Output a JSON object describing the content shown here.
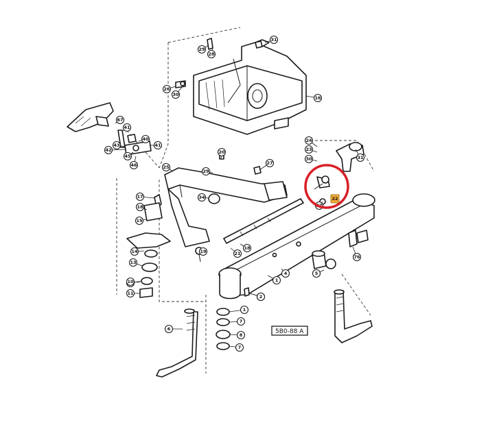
{
  "diagram": {
    "reference_code": "5B0-88 A",
    "highlight": {
      "label": "22",
      "ring_color": "#d81f26",
      "tag_color": "#f2a93b"
    },
    "callouts": [
      {
        "label": "31"
      },
      {
        "label": "29"
      },
      {
        "label": "28"
      },
      {
        "label": "26"
      },
      {
        "label": "30"
      },
      {
        "label": "16"
      },
      {
        "label": "67"
      },
      {
        "label": "41"
      },
      {
        "label": "43"
      },
      {
        "label": "42"
      },
      {
        "label": "40"
      },
      {
        "label": "41"
      },
      {
        "label": "45"
      },
      {
        "label": "46"
      },
      {
        "label": "24"
      },
      {
        "label": "23"
      },
      {
        "label": "20"
      },
      {
        "label": "30"
      },
      {
        "label": "29"
      },
      {
        "label": "27"
      },
      {
        "label": "25"
      },
      {
        "label": "34"
      },
      {
        "label": "17"
      },
      {
        "label": "18"
      },
      {
        "label": "15"
      },
      {
        "label": "14"
      },
      {
        "label": "13"
      },
      {
        "label": "12"
      },
      {
        "label": "11"
      },
      {
        "label": "10"
      },
      {
        "label": "19"
      },
      {
        "label": "21"
      },
      {
        "label": "18"
      },
      {
        "label": "1"
      },
      {
        "label": "4"
      },
      {
        "label": "5"
      },
      {
        "label": "3"
      },
      {
        "label": "76"
      },
      {
        "label": "2"
      },
      {
        "label": "1"
      },
      {
        "label": "7"
      },
      {
        "label": "8"
      },
      {
        "label": "7"
      },
      {
        "label": "6"
      },
      {
        "label": "31"
      },
      {
        "label": "27"
      }
    ]
  }
}
